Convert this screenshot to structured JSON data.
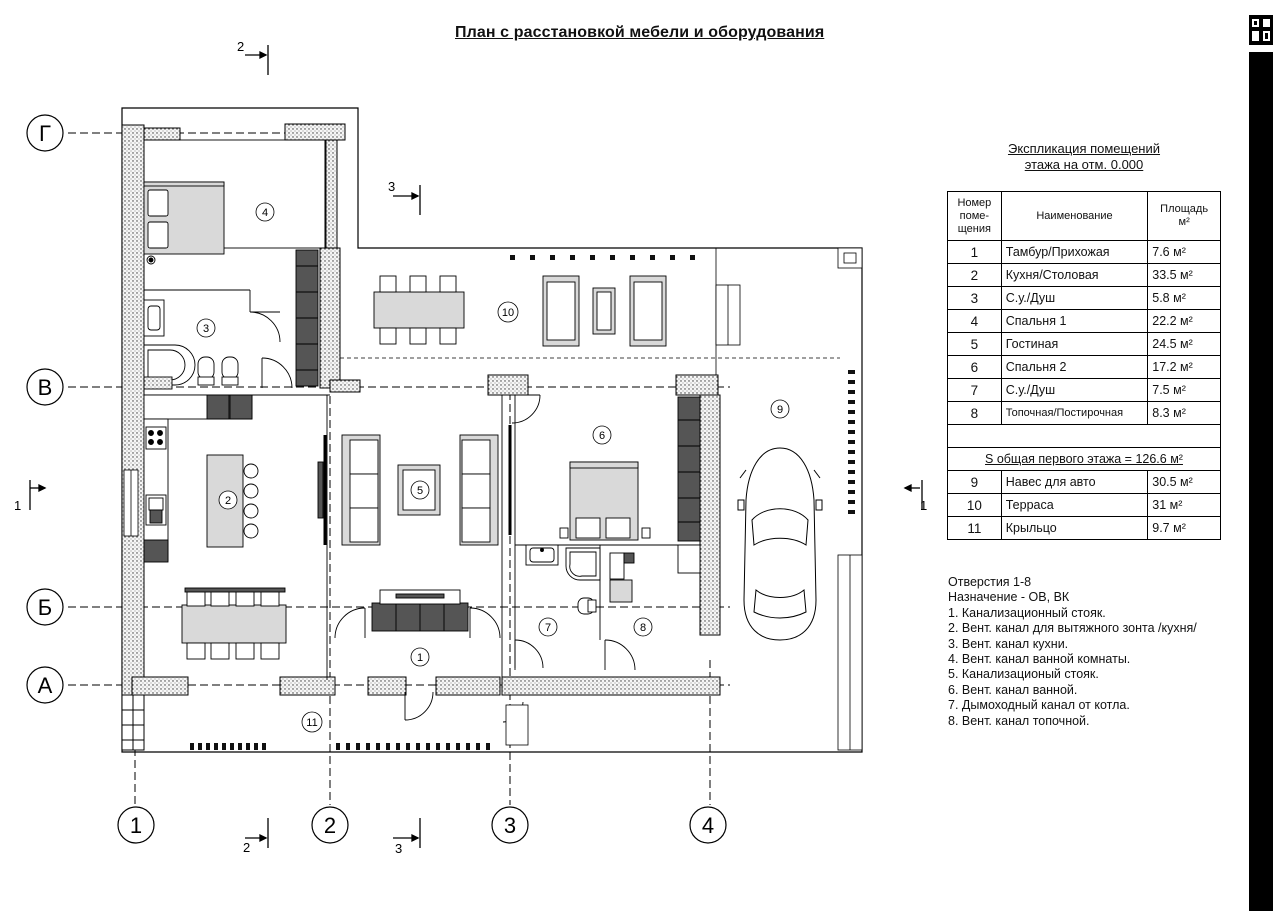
{
  "page": {
    "title": "План с расстановкой мебели и оборудования"
  },
  "axes": {
    "horizontal": [
      "Г",
      "В",
      "Б",
      "А"
    ],
    "vertical": [
      "1",
      "2",
      "3",
      "4"
    ]
  },
  "section_marks": [
    "2",
    "3",
    "1",
    "2",
    "3",
    "1"
  ],
  "room_tags": [
    "4",
    "3",
    "10",
    "6",
    "9",
    "2",
    "5",
    "7",
    "8",
    "1",
    "11"
  ],
  "explication": {
    "title_line1": "Экспликация помещений",
    "title_line2": "этажа на отм. 0.000",
    "header": {
      "num_l1": "Номер",
      "num_l2": "поме-",
      "num_l3": "щения",
      "name": "Наименование",
      "area_l1": "Площадь",
      "area_l2": "м²"
    },
    "rooms": [
      {
        "num": "1",
        "name": "Тамбур/Прихожая",
        "area": "7.6 м²"
      },
      {
        "num": "2",
        "name": "Кухня/Столовая",
        "area": "33.5 м²"
      },
      {
        "num": "3",
        "name": "С.у./Душ",
        "area": "5.8 м²"
      },
      {
        "num": "4",
        "name": "Спальня 1",
        "area": "22.2 м²"
      },
      {
        "num": "5",
        "name": "Гостиная",
        "area": "24.5 м²"
      },
      {
        "num": "6",
        "name": "Спальня 2",
        "area": "17.2 м²"
      },
      {
        "num": "7",
        "name": "С.у./Душ",
        "area": "7.5 м²"
      },
      {
        "num": "8",
        "name": "Топочная/Постирочная",
        "area": "8.3 м²"
      }
    ],
    "total": "S общая первого этажа = 126.6 м²",
    "extra": [
      {
        "num": "9",
        "name": "Навес для авто",
        "area": "30.5 м²"
      },
      {
        "num": "10",
        "name": "Терраса",
        "area": "31 м²"
      },
      {
        "num": "11",
        "name": "Крыльцо",
        "area": "9.7 м²"
      }
    ]
  },
  "notes": {
    "title": "Отверстия 1-8",
    "purpose": "Назначение - ОВ, ВК",
    "items": [
      "1. Канализационный стояк.",
      "2. Вент. канал для вытяжного зонта /кухня/",
      "3. Вент. канал кухни.",
      "4. Вент. канал ванной комнаты.",
      "5. Канализационый стояк.",
      "6. Вент. канал ванной.",
      "7. Дымоходный канал от котла.",
      "8. Вент. канал топочной."
    ]
  }
}
